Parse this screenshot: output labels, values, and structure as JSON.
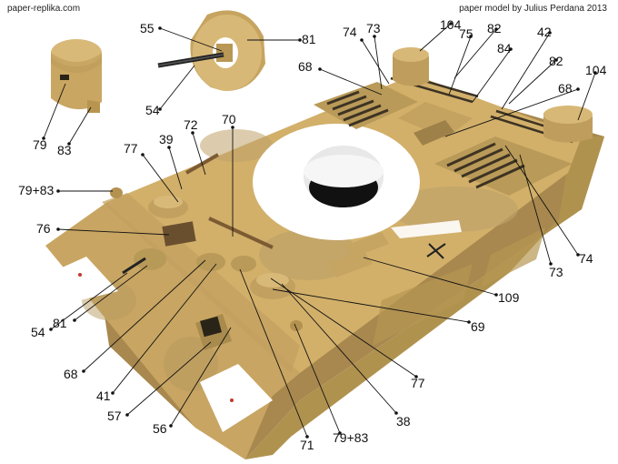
{
  "header": {
    "site": "paper-replika.com",
    "credit": "paper model by Julius Perdana 2013"
  },
  "colors": {
    "hull_base": "#d2b06a",
    "hull_shade": "#b89a5a",
    "hull_dark": "#8f7444",
    "camo": "#bfa36a",
    "grille": "#3d3323",
    "line": "#111111"
  },
  "parts": [
    "55",
    "81",
    "54",
    "79",
    "83",
    "74",
    "73",
    "104",
    "75",
    "82",
    "84",
    "42",
    "82",
    "104",
    "68",
    "68",
    "77",
    "39",
    "72",
    "70",
    "79+83",
    "76",
    "54",
    "81",
    "68",
    "41",
    "57",
    "56",
    "71",
    "79+83",
    "38",
    "77",
    "69",
    "109",
    "73",
    "74"
  ]
}
